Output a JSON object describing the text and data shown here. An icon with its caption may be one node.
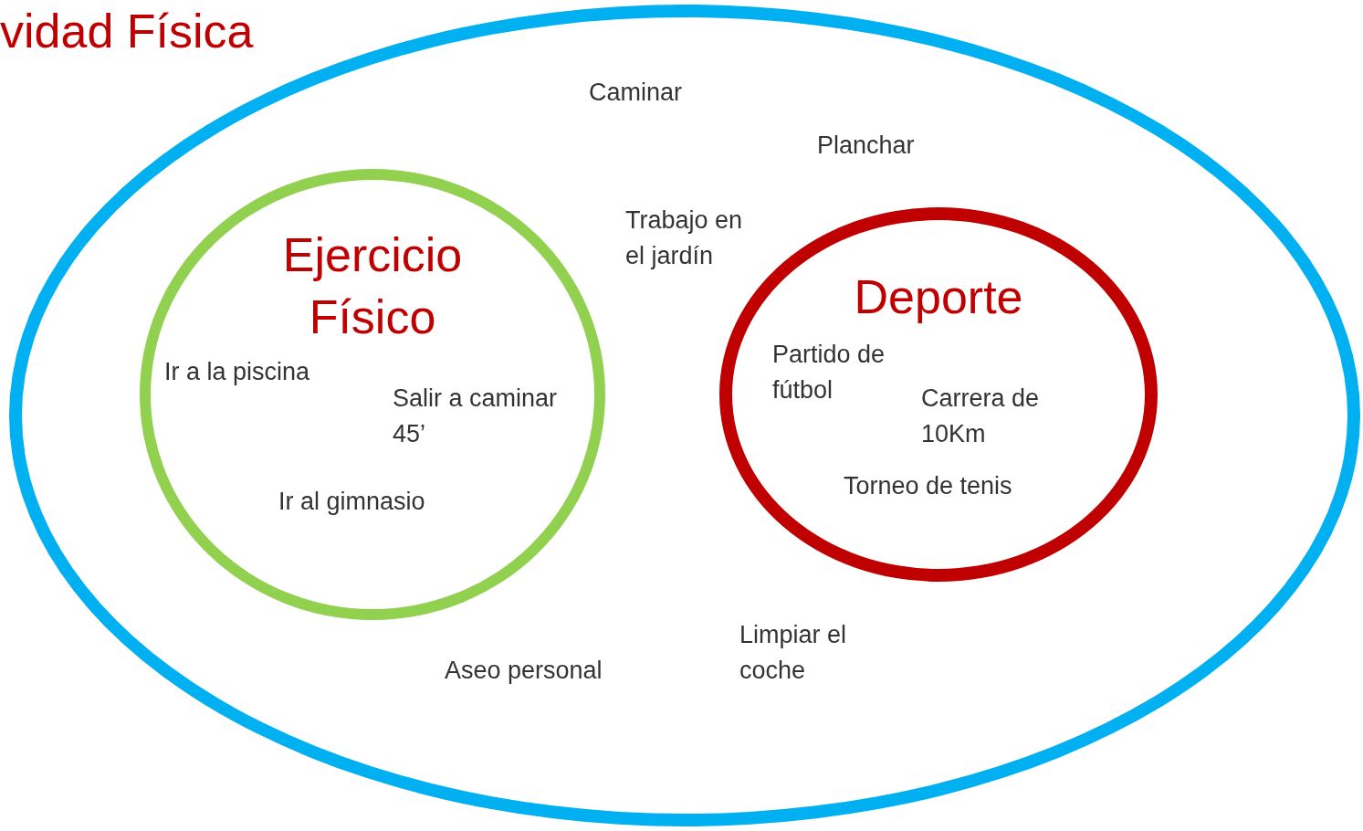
{
  "diagram": {
    "nodes": [
      {
        "text": [
          "vidad Física",
          "Caminar",
          "Planchar",
          "Trabajo en el jardín",
          "Aseo personal",
          "Limpiar el coche"
        ]
      },
      {
        "text": [
          "Ejercicio Físico",
          "Ir a la piscina",
          "Salir a caminar 45’",
          "Ir al gimnasio"
        ],
        "in": 0
      },
      {
        "text": [
          "Deporte",
          "Partido de fútbol",
          "Carrera de 10Km",
          "Torneo de tenis"
        ],
        "in": 0
      }
    ],
    "edges": []
  }
}
